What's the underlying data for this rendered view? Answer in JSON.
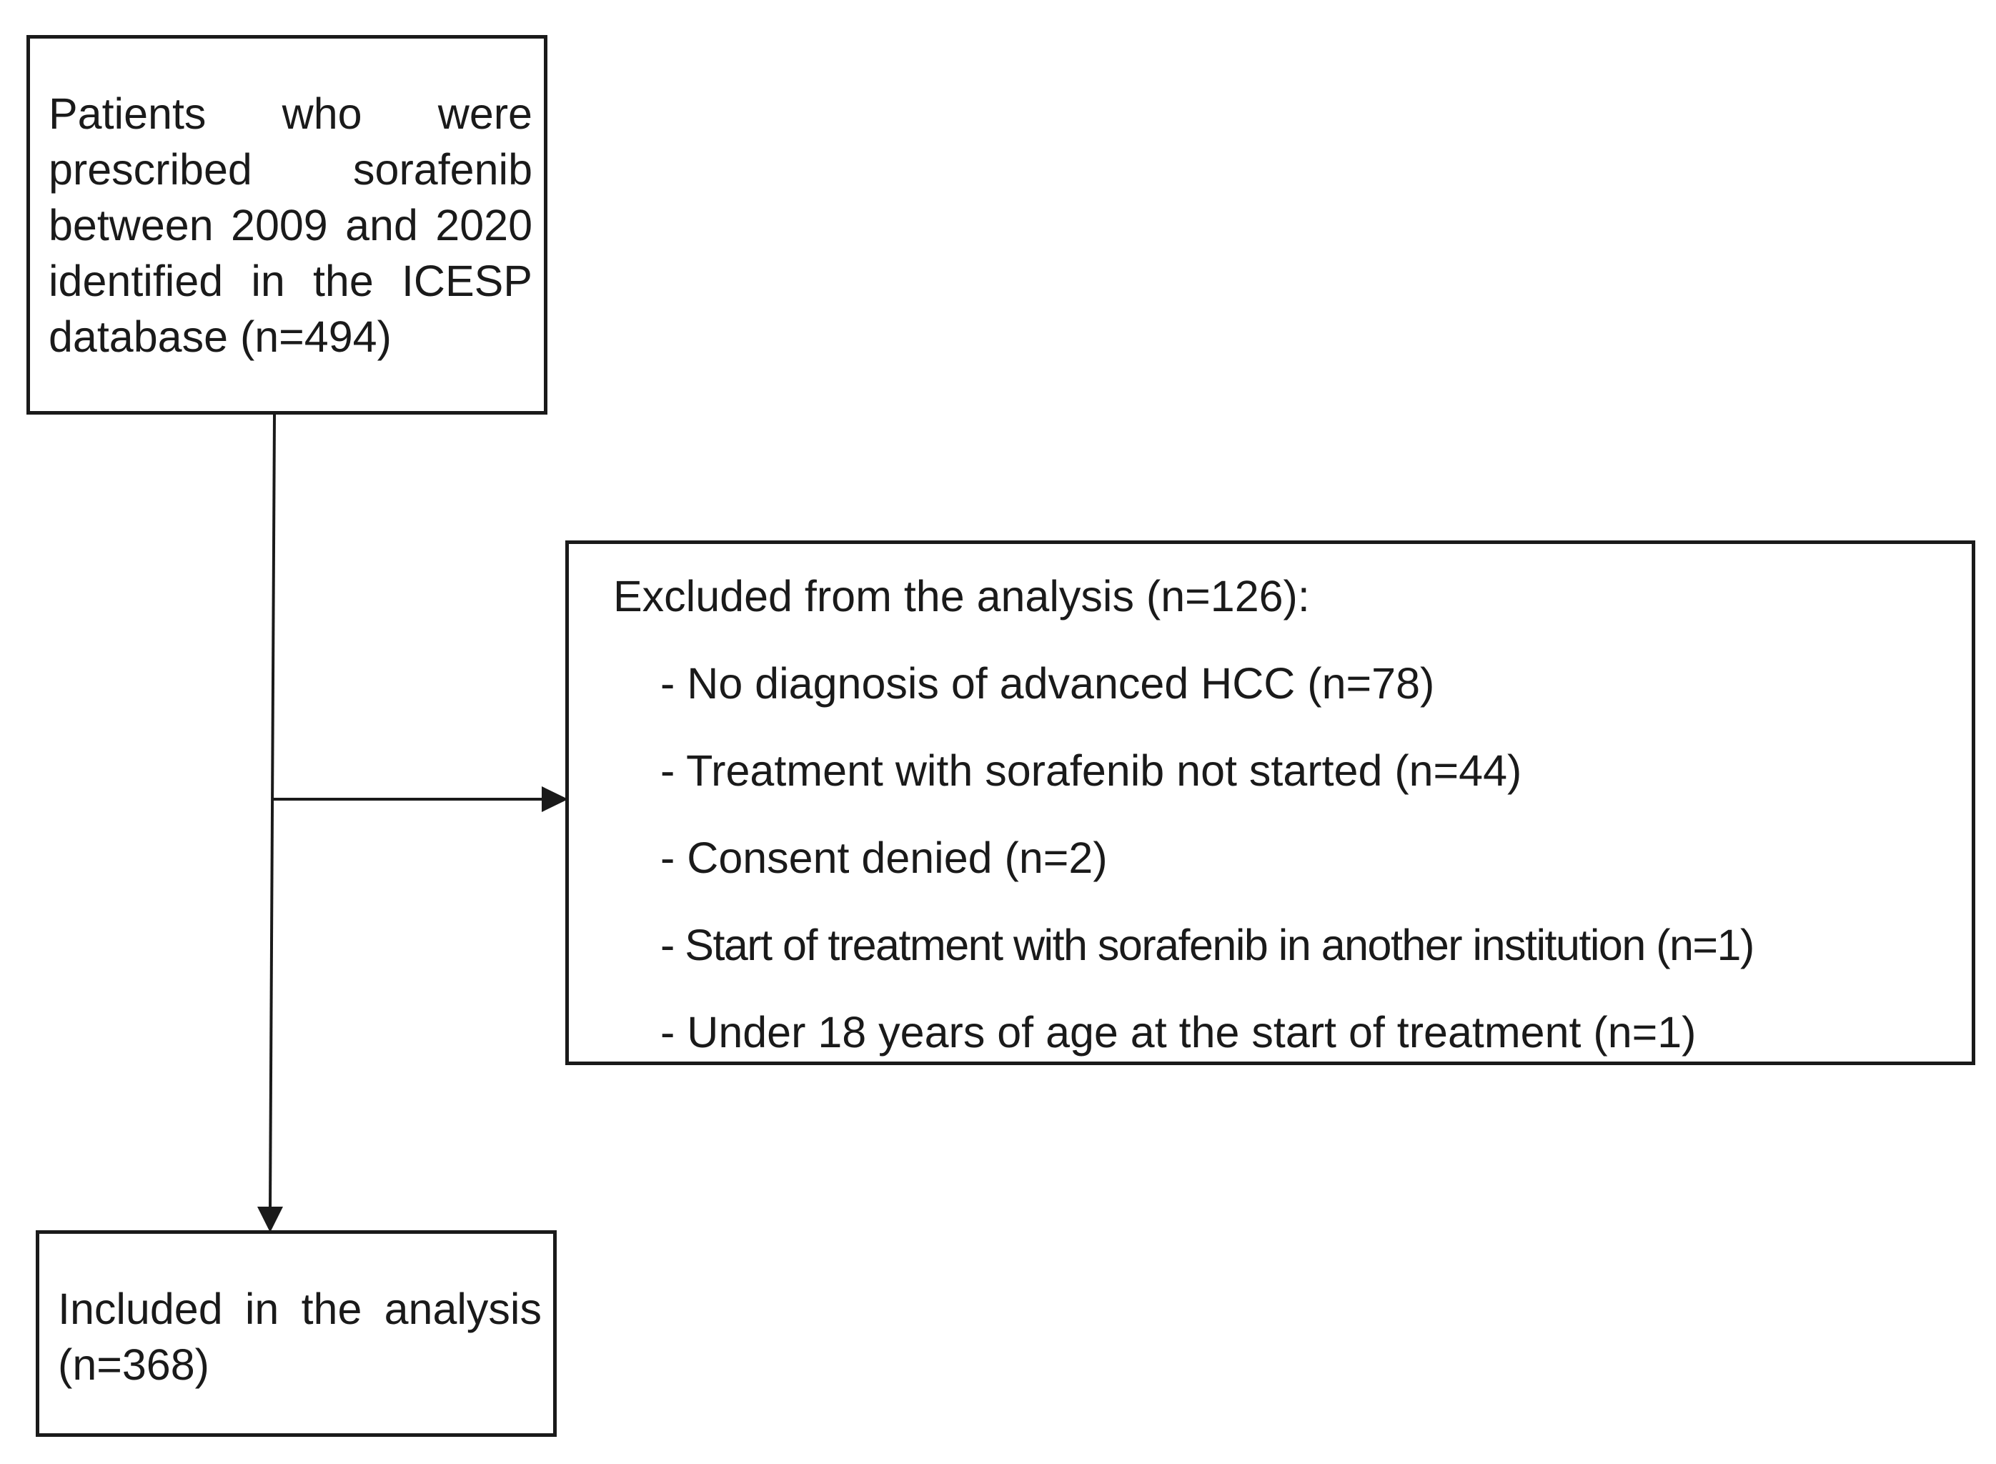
{
  "flowchart": {
    "start_box": {
      "text": "Patients who were prescribed sorafenib between 2009 and 2020 identified in the ICESP database (n=494)"
    },
    "excluded_box": {
      "heading": "Excluded from the analysis (n=126):",
      "items": [
        "- No diagnosis of advanced HCC (n=78)",
        "- Treatment with sorafenib not started (n=44)",
        "- Consent denied (n=2)",
        "- Start of treatment with sorafenib in another institution (n=1)",
        "- Under 18 years of age at the start of treatment (n=1)"
      ]
    },
    "included_box": {
      "text": "Included in the analysis (n=368)"
    },
    "colors": {
      "stroke": "#1a1a1a",
      "text": "#1a1a1a",
      "background": "#ffffff"
    }
  }
}
